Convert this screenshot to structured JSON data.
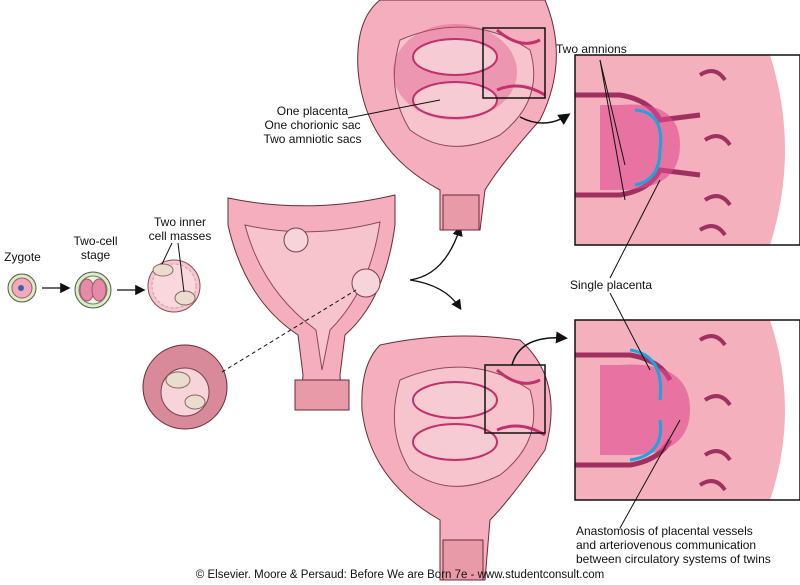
{
  "labels": {
    "zygote": "Zygote",
    "two_cell_1": "Two-cell",
    "two_cell_2": "stage",
    "inner_1": "Two inner",
    "inner_2": "cell masses",
    "placenta_1": "One placenta",
    "placenta_2": "One chorionic sac",
    "placenta_3": "Two amniotic sacs",
    "two_amnions": "Two amnions",
    "single_placenta": "Single placenta",
    "anast_1": "Anastomosis of placental vessels",
    "anast_2": "and arteriovenous communication",
    "anast_3": "between circulatory systems of twins"
  },
  "footer": "© Elsevier. Moore & Persaud: Before We are Born 7e - www.studentconsult.com",
  "colors": {
    "tissue": "#f0a8b4",
    "placenta": "#d9427f",
    "amnion": "#1aa6e0",
    "outline": "#6b2a3a"
  }
}
